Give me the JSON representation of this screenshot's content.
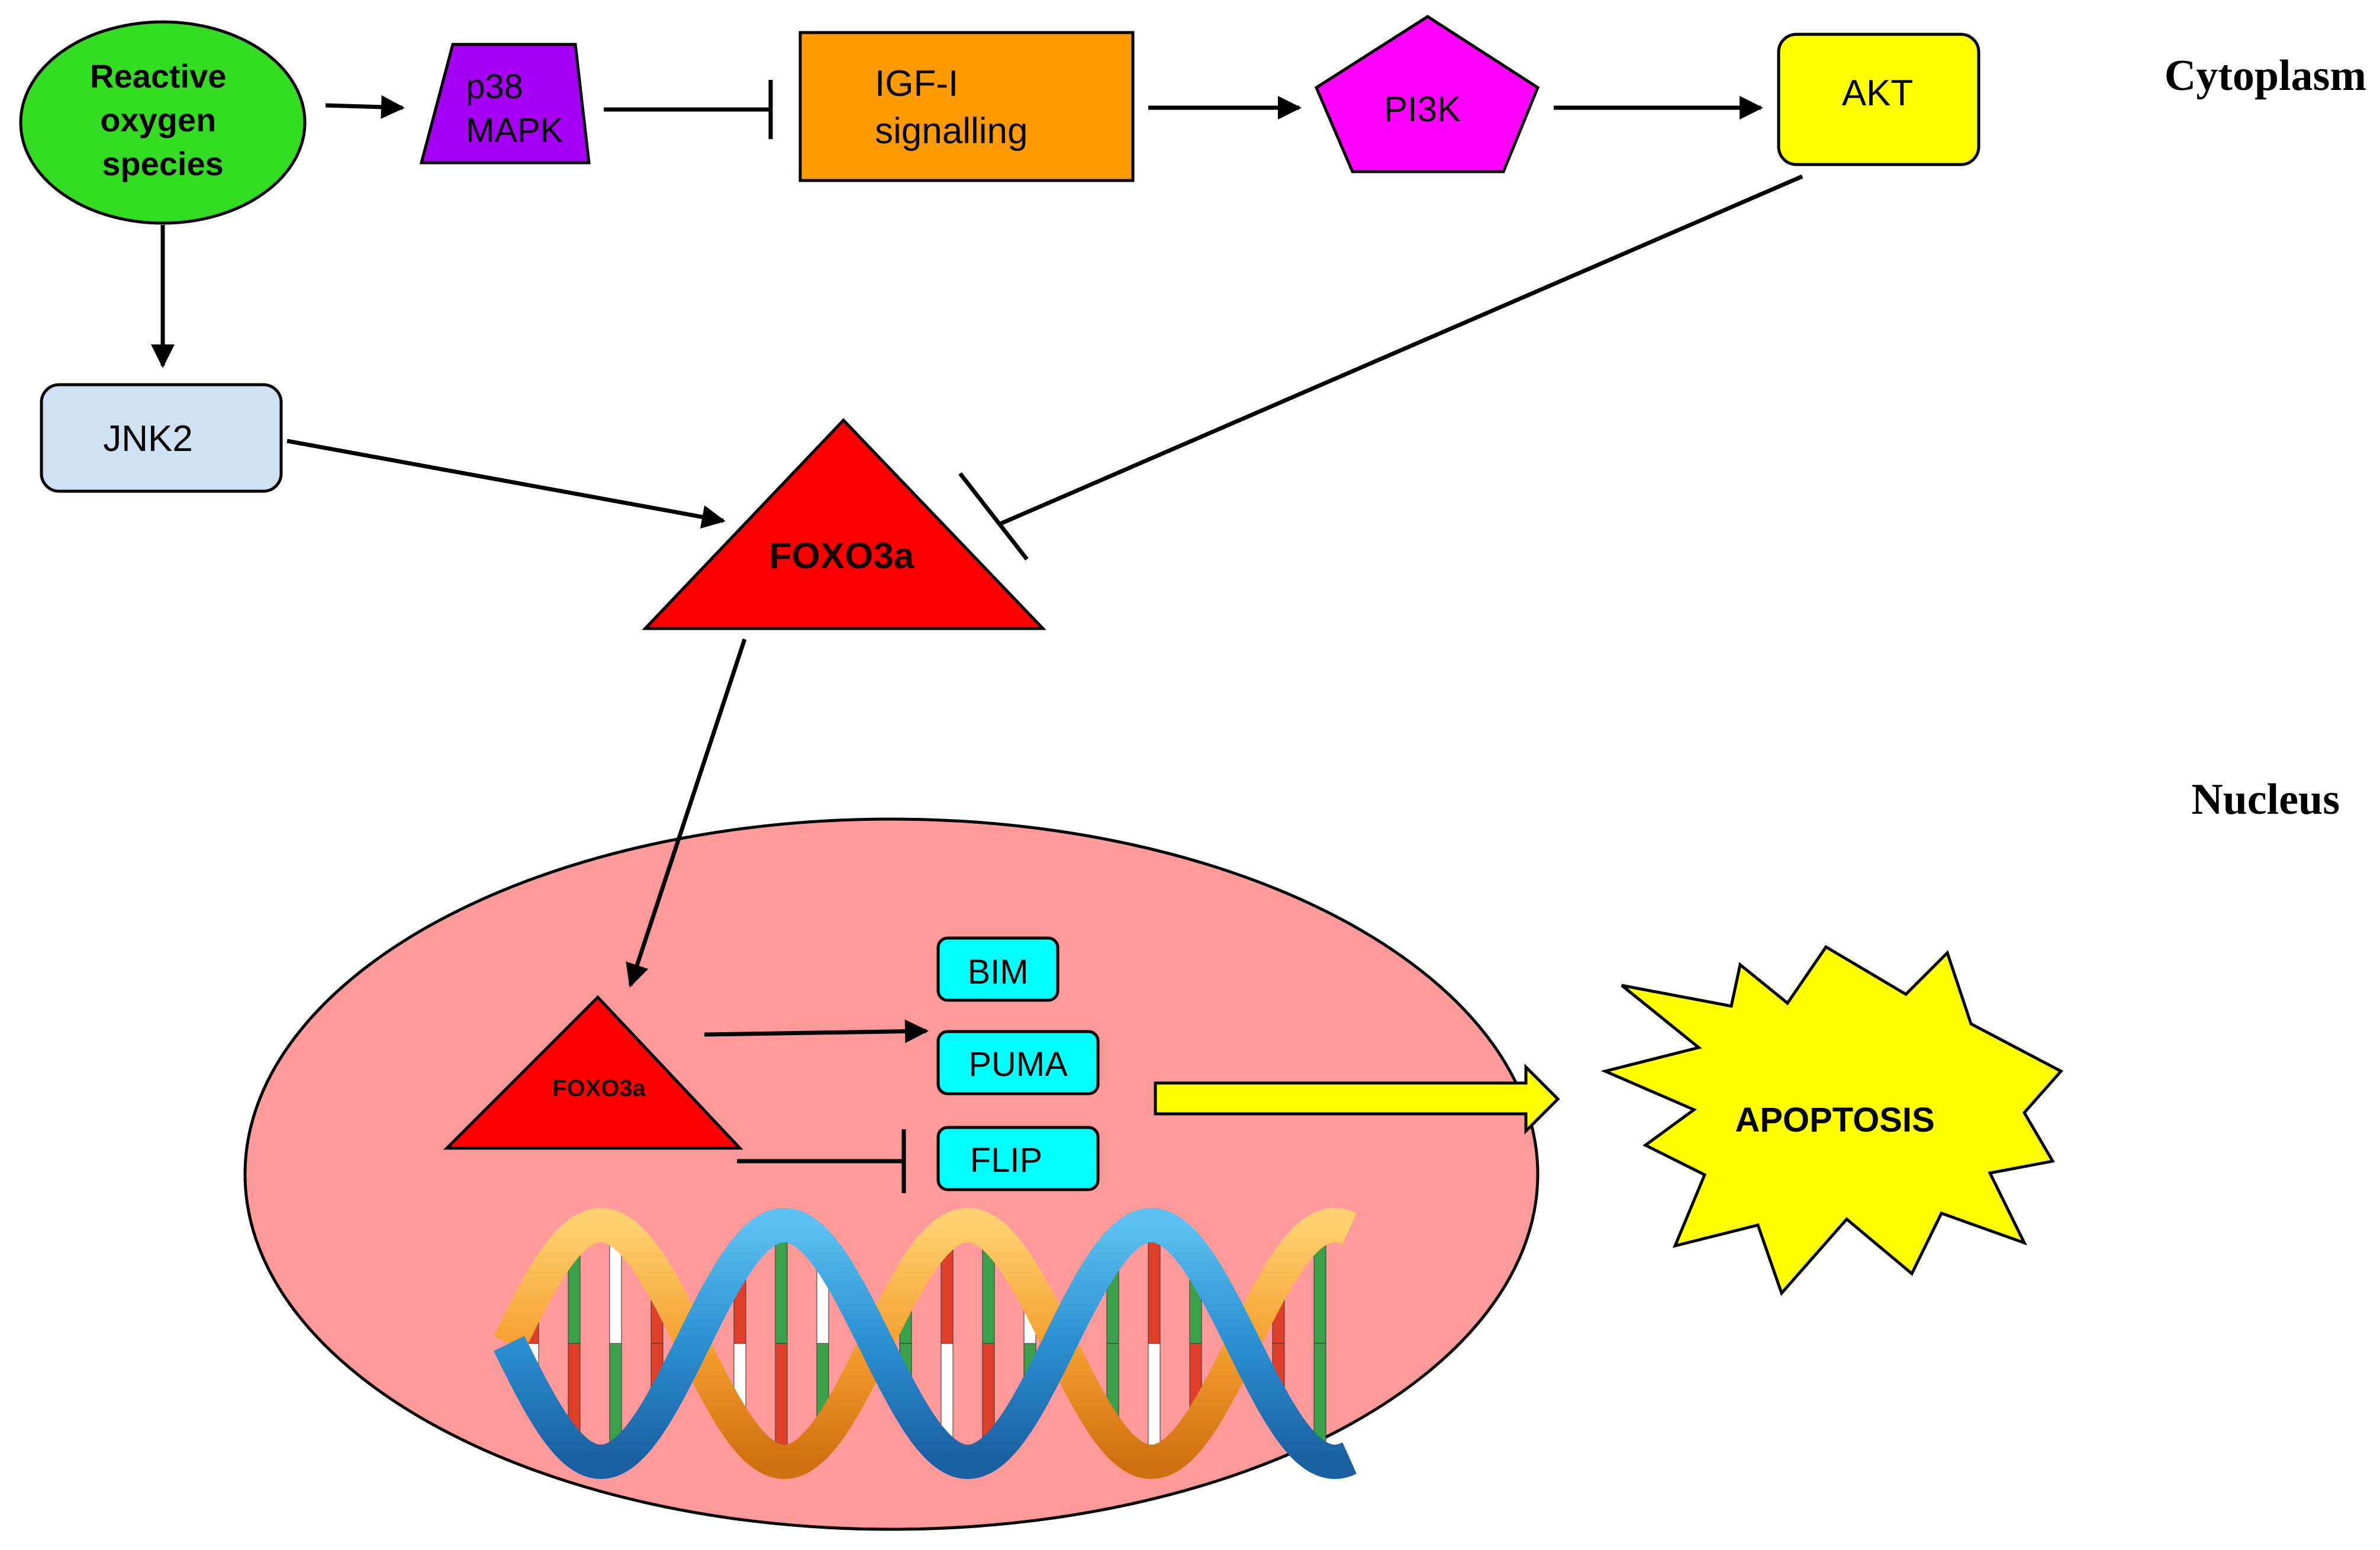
{
  "compartments": {
    "cytoplasm": "Cytoplasm",
    "nucleus": "Nucleus"
  },
  "nodes": {
    "ros": {
      "lines": [
        "Reactive",
        "oxygen",
        "species"
      ],
      "shape": "ellipse",
      "fill": "#33dd22",
      "bold": true
    },
    "p38": {
      "lines": [
        "p38",
        "MAPK"
      ],
      "shape": "trapezoid",
      "fill": "#a500f5"
    },
    "igf": {
      "lines": [
        "IGF-I",
        "signalling"
      ],
      "shape": "rectangle",
      "fill": "#ff9a00"
    },
    "pi3k": {
      "lines": [
        "PI3K"
      ],
      "shape": "pentagon",
      "fill": "#ff00ff"
    },
    "akt": {
      "lines": [
        "AKT"
      ],
      "shape": "rounded-rectangle",
      "fill": "#ffff00"
    },
    "jnk2": {
      "lines": [
        "JNK2"
      ],
      "shape": "rounded-rectangle",
      "fill": "#cfe2f3"
    },
    "foxo3a_cyto": {
      "lines": [
        "FOXO3a"
      ],
      "shape": "triangle",
      "fill": "#ff0000",
      "bold": true
    },
    "foxo3a_nuc": {
      "lines": [
        "FOXO3a"
      ],
      "shape": "triangle",
      "fill": "#ff0000",
      "bold": true
    },
    "bim": {
      "lines": [
        "BIM"
      ],
      "shape": "rounded-rectangle",
      "fill": "#00ffff"
    },
    "puma": {
      "lines": [
        "PUMA"
      ],
      "shape": "rounded-rectangle",
      "fill": "#00ffff"
    },
    "flip": {
      "lines": [
        "FLIP"
      ],
      "shape": "rounded-rectangle",
      "fill": "#00ffff"
    },
    "apoptosis": {
      "lines": [
        "APOPTOSIS"
      ],
      "shape": "starburst",
      "fill": "#ffff00",
      "bold": true
    }
  },
  "edges": [
    {
      "from": "Reactive oxygen species",
      "to": "p38 MAPK",
      "type": "activation"
    },
    {
      "from": "p38 MAPK",
      "to": "IGF-I signalling",
      "type": "inhibition"
    },
    {
      "from": "IGF-I signalling",
      "to": "PI3K",
      "type": "activation"
    },
    {
      "from": "PI3K",
      "to": "AKT",
      "type": "activation"
    },
    {
      "from": "Reactive oxygen species",
      "to": "JNK2",
      "type": "activation"
    },
    {
      "from": "JNK2",
      "to": "FOXO3a",
      "type": "activation"
    },
    {
      "from": "AKT",
      "to": "FOXO3a",
      "type": "inhibition"
    },
    {
      "from": "FOXO3a",
      "to": "FOXO3a (nucleus)",
      "type": "translocation"
    },
    {
      "from": "FOXO3a (nucleus)",
      "to": "BIM / PUMA",
      "type": "activation"
    },
    {
      "from": "FOXO3a (nucleus)",
      "to": "FLIP",
      "type": "inhibition"
    },
    {
      "from": "BIM / PUMA / FLIP",
      "to": "APOPTOSIS",
      "type": "block-arrow"
    }
  ],
  "colors": {
    "nucleus_fill": "#ff9a9a",
    "line": "#000000",
    "dna_strand_blue": "#2a8fd0",
    "dna_strand_orange": "#f5a030",
    "dna_rung_red": "#e0402a",
    "dna_rung_green": "#3aa04a",
    "dna_rung_white": "#ffffff"
  }
}
